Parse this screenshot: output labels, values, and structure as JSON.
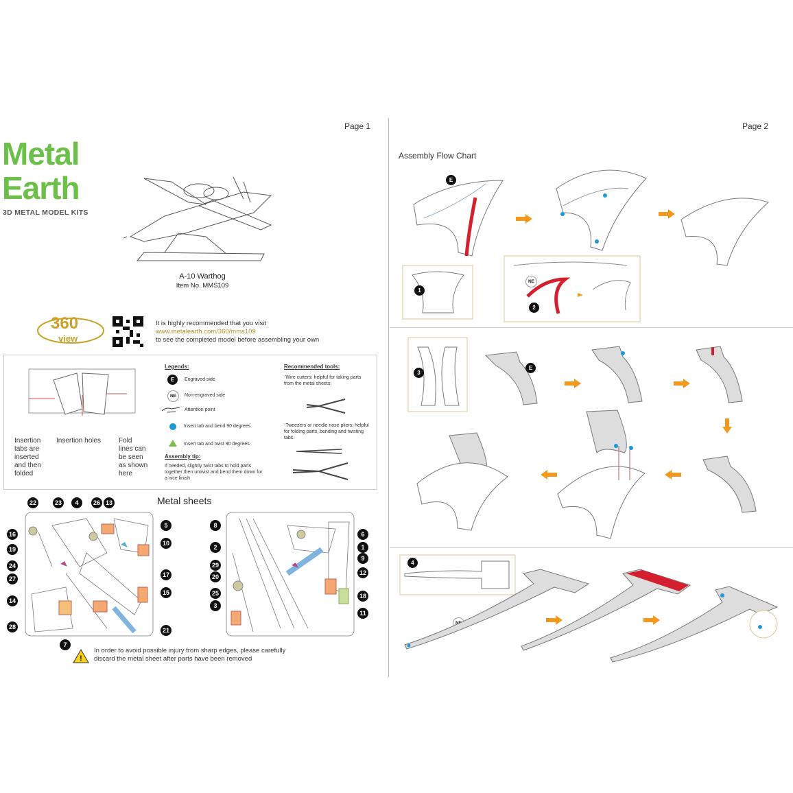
{
  "page1": {
    "label": "Page 1",
    "brand": {
      "line1": "Metal",
      "line2": "Earth",
      "tagline": "3D METAL MODEL KITS"
    },
    "model": {
      "name": "A-10 Warthog",
      "item": "Item  No.  MMS109"
    },
    "view360": {
      "number": "360",
      "word": "view",
      "text1": "It is highly recommended that you visit",
      "link": "www.metalearth.com/360/mms109",
      "text2": "to see the completed model before assembling your own"
    },
    "diagram_labels": {
      "tabs": "Insertion\ntabs are\ninserted\nand then\nfolded",
      "holes": "Insertion holes",
      "fold": "Fold\nlines can\nbe seen\nas shown\nhere"
    },
    "legends": {
      "title": "Legends:",
      "items": [
        {
          "icon": "E",
          "text": "Engraved side"
        },
        {
          "icon": "NE",
          "text": "Non-engraved side"
        },
        {
          "icon": "hand-pointer-icon",
          "text": "Attention point"
        },
        {
          "icon": "blue-dot",
          "text": "Insert tab and bend 90 degrees"
        },
        {
          "icon": "green-triangle",
          "text": "Insert tab and twist 90 degrees"
        }
      ],
      "tip_title": "Assembly tip:",
      "tip_text": "If needed, slightly twist tabs to hold parts together then untwist and bend them down for a nice finish"
    },
    "tools": {
      "title": "Recommended tools:",
      "cutters": "-Wire cutters: helpful for taking parts from the metal sheets.",
      "tweezers": "-Tweezers or needle nose pliers: helpful for folding parts, bending and twisting tabs."
    },
    "sheets": {
      "title": "Metal sheets",
      "sheet1_numbers": [
        "22",
        "23",
        "4",
        "26",
        "13",
        "16",
        "19",
        "24",
        "27",
        "14",
        "28",
        "7",
        "5",
        "10",
        "17",
        "15",
        "21"
      ],
      "sheet2_numbers": [
        "8",
        "2",
        "29",
        "20",
        "25",
        "3",
        "6",
        "1",
        "9",
        "12",
        "18",
        "11"
      ]
    },
    "warning": "In order to avoid possible injury from sharp edges, please carefully\ndiscard the metal sheet after parts have been removed",
    "colors": {
      "brand_green": "#6cc04a",
      "gold": "#c9a227",
      "accent_orange": "#f39a1e",
      "red": "#d4202e",
      "blue": "#1a9ad6"
    }
  },
  "page2": {
    "label": "Page 2",
    "flow_title": "Assembly Flow Chart",
    "steps": [
      "1",
      "2",
      "3",
      "4"
    ],
    "marks": {
      "E": "E",
      "NE": "NE"
    }
  }
}
